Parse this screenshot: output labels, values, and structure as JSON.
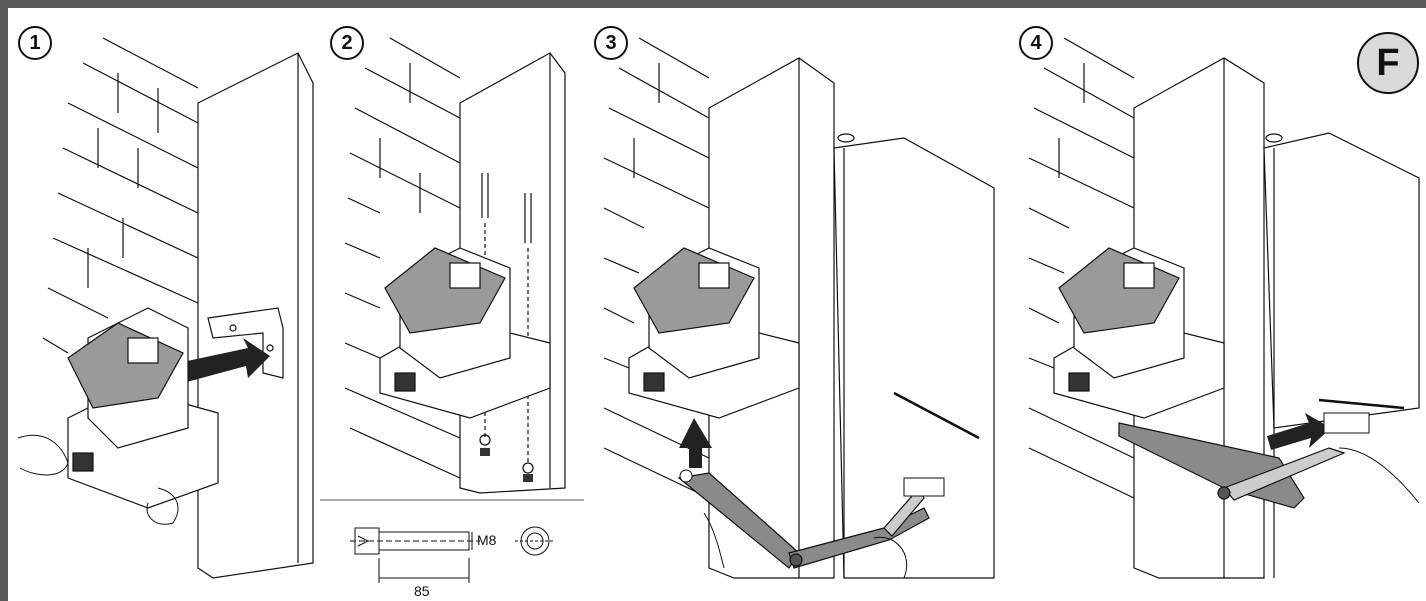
{
  "section": {
    "label": "F"
  },
  "steps": [
    {
      "number": "1"
    },
    {
      "number": "2"
    },
    {
      "number": "3"
    },
    {
      "number": "4"
    }
  ],
  "screw_detail": {
    "thread_label": "M8",
    "length_label": "85"
  },
  "colors": {
    "frame": "#5a5a5a",
    "arm": "#8a8a8a",
    "badge_fill": "#d9d9d9",
    "line": "#111111"
  }
}
